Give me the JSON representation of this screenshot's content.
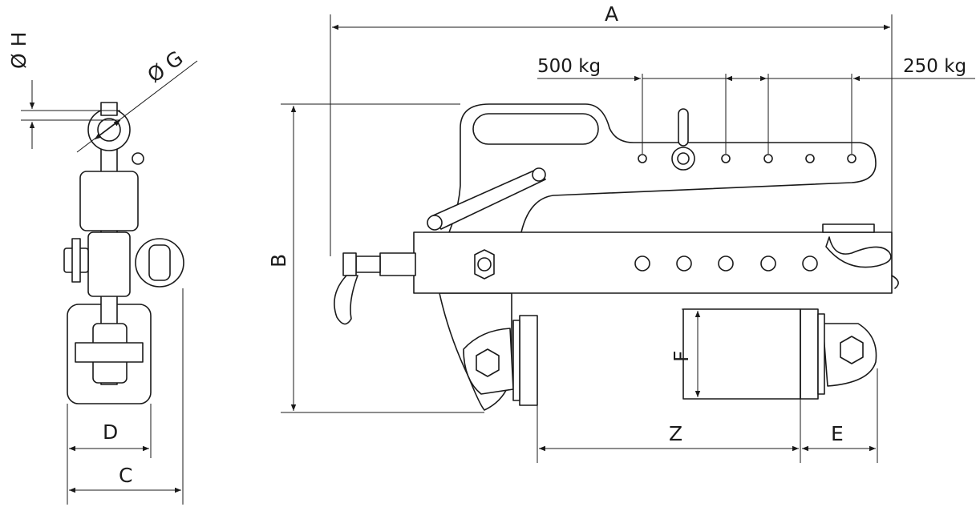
{
  "labels": {
    "dim_a": "A",
    "dim_b": "B",
    "dim_c": "C",
    "dim_d": "D",
    "dim_e": "E",
    "dim_f": "F",
    "dim_z": "Z",
    "dim_g": "Ø G",
    "dim_h": "Ø H",
    "load_left": "500 kg",
    "load_right": "250 kg"
  },
  "line_color": "#1a1a1a",
  "background": "#ffffff"
}
